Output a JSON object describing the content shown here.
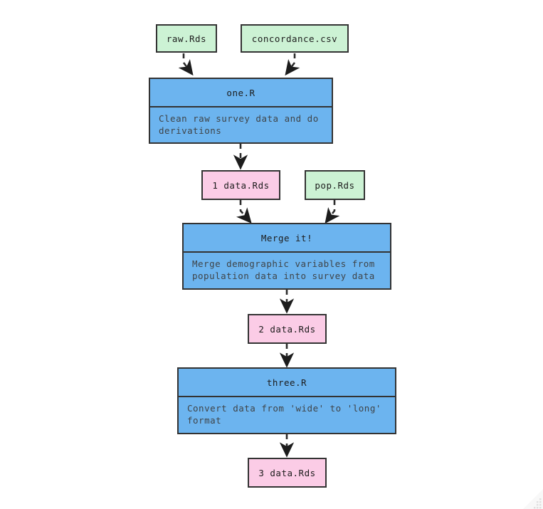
{
  "diagram": {
    "type": "flowchart",
    "direction": "top-to-bottom",
    "background_color": "#ffffff",
    "colors": {
      "input_node": "#ccf2d4",
      "intermediate_node": "#fbcce6",
      "process_node": "#6cb4ef",
      "border": "#333333",
      "edge": "#2b2b2b",
      "header_text": "#1c1c1c",
      "body_text": "#3f4448"
    },
    "nodes": [
      {
        "id": "raw",
        "kind": "data",
        "color": "green",
        "label": "raw.Rds"
      },
      {
        "id": "concordance",
        "kind": "data",
        "color": "green",
        "label": "concordance.csv"
      },
      {
        "id": "one",
        "kind": "process",
        "title": "one.R",
        "description": "Clean raw survey data and do\nderivations"
      },
      {
        "id": "data1",
        "kind": "data",
        "color": "pink",
        "label": "1 data.Rds"
      },
      {
        "id": "pop",
        "kind": "data",
        "color": "green",
        "label": "pop.Rds"
      },
      {
        "id": "merge",
        "kind": "process",
        "title": "Merge it!",
        "description": "Merge demographic variables from\npopulation data into survey data"
      },
      {
        "id": "data2",
        "kind": "data",
        "color": "pink",
        "label": "2 data.Rds"
      },
      {
        "id": "three",
        "kind": "process",
        "title": "three.R",
        "description": "Convert data from 'wide' to 'long'\nformat"
      },
      {
        "id": "data3",
        "kind": "data",
        "color": "pink",
        "label": "3 data.Rds"
      }
    ],
    "edges": [
      {
        "from": "raw",
        "to": "one",
        "style": "dashed"
      },
      {
        "from": "concordance",
        "to": "one",
        "style": "dashed"
      },
      {
        "from": "one",
        "to": "data1",
        "style": "dashed"
      },
      {
        "from": "data1",
        "to": "merge",
        "style": "dashed"
      },
      {
        "from": "pop",
        "to": "merge",
        "style": "dashed"
      },
      {
        "from": "merge",
        "to": "data2",
        "style": "dashed"
      },
      {
        "from": "data2",
        "to": "three",
        "style": "dashed"
      },
      {
        "from": "three",
        "to": "data3",
        "style": "dashed"
      }
    ]
  }
}
